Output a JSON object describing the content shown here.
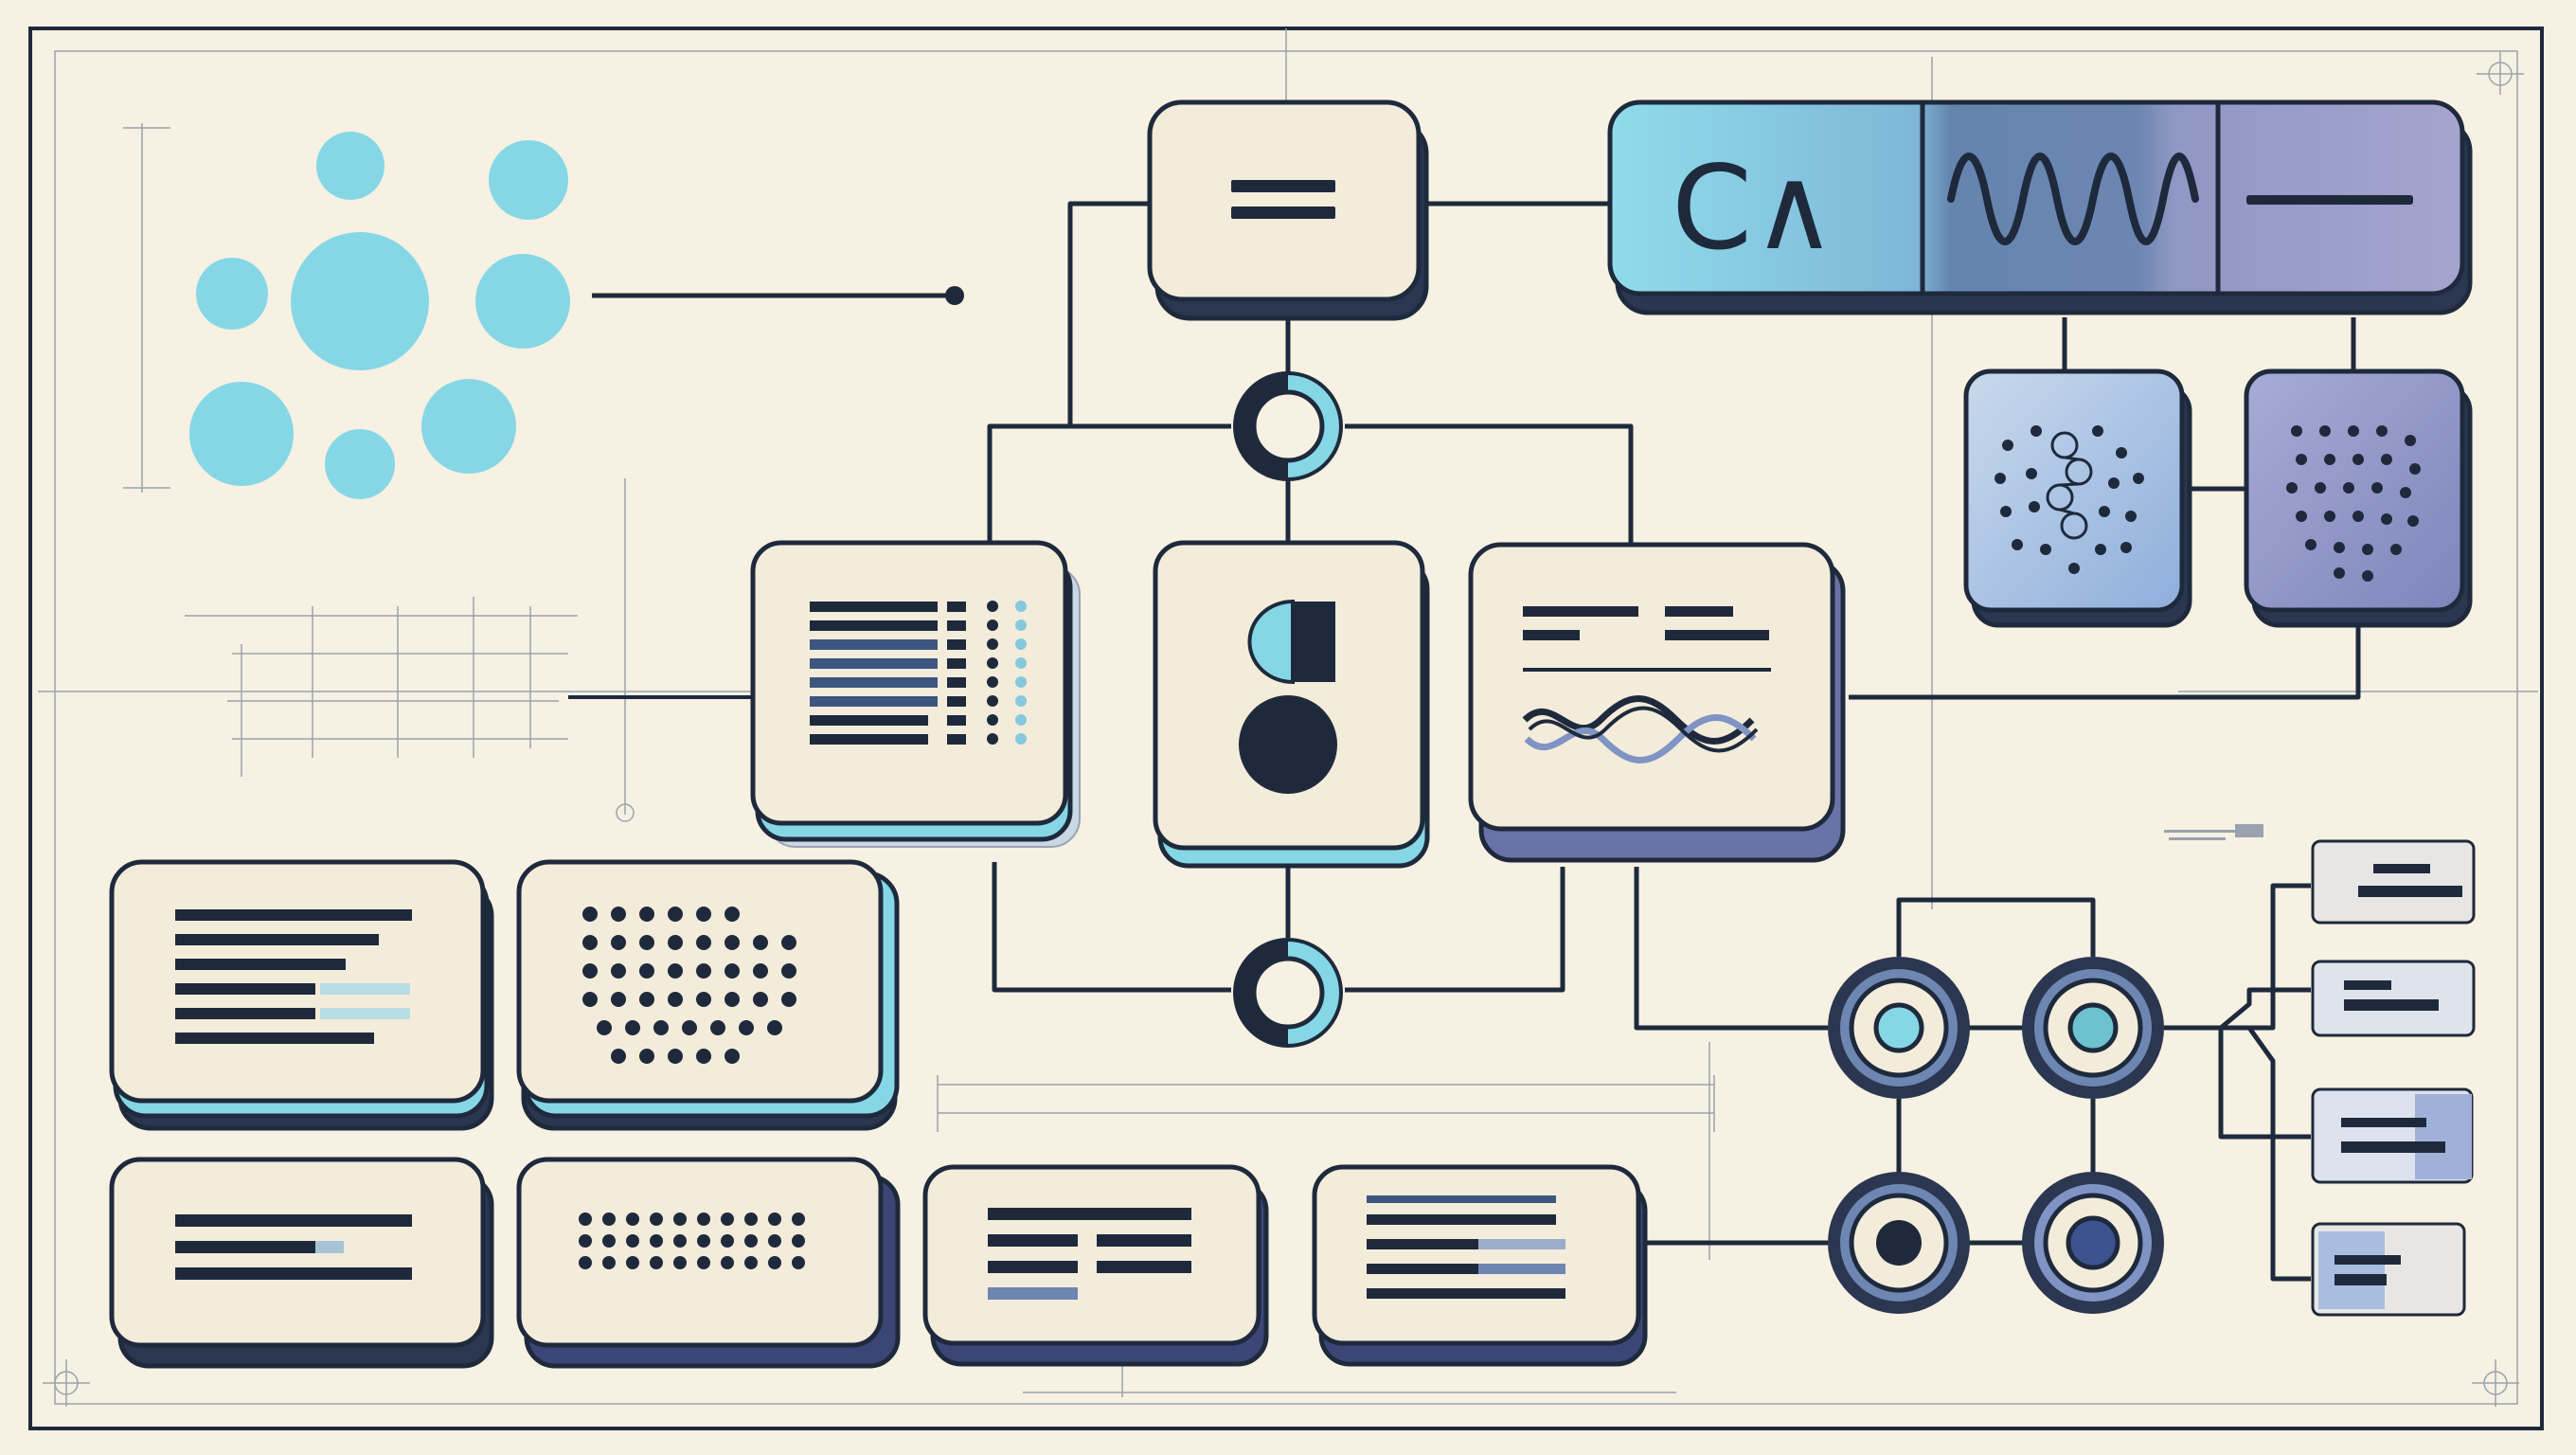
{
  "palette": {
    "background": "#f6f1e2",
    "card": "#f3ecdb",
    "ink": "#1e2a3c",
    "cyan": "#86d7e6",
    "periwinkle": "#7f93c4",
    "lavender": "#9b9ec9",
    "blueprint_line": "#9aa3ad"
  },
  "header": {
    "logo_text": "C∧",
    "segments": [
      "logo-segment",
      "waveform-segment",
      "dash-segment"
    ]
  },
  "icons": {
    "top_node": "equals-icon",
    "bubble_cluster": "bubble-cluster-icon",
    "mid_left": "text-list-icon",
    "mid_center": "shapes-icon",
    "mid_right": "wave-text-icon",
    "molecule_a": "molecule-icon",
    "molecule_b": "dot-grid-icon"
  },
  "nodes": {
    "connector_top": "ring-node",
    "connector_bottom": "ring-node",
    "network": [
      "ring-node-cyan",
      "ring-node-cyan",
      "ring-node-dark",
      "ring-node-blue"
    ]
  },
  "bottom_cards": [
    "text-lines-card",
    "dot-grid-card",
    "short-lines-card",
    "dot-row-card",
    "split-lines-card",
    "list-lines-card"
  ],
  "side_tags": [
    "tag-1",
    "tag-2",
    "tag-3",
    "tag-4"
  ]
}
